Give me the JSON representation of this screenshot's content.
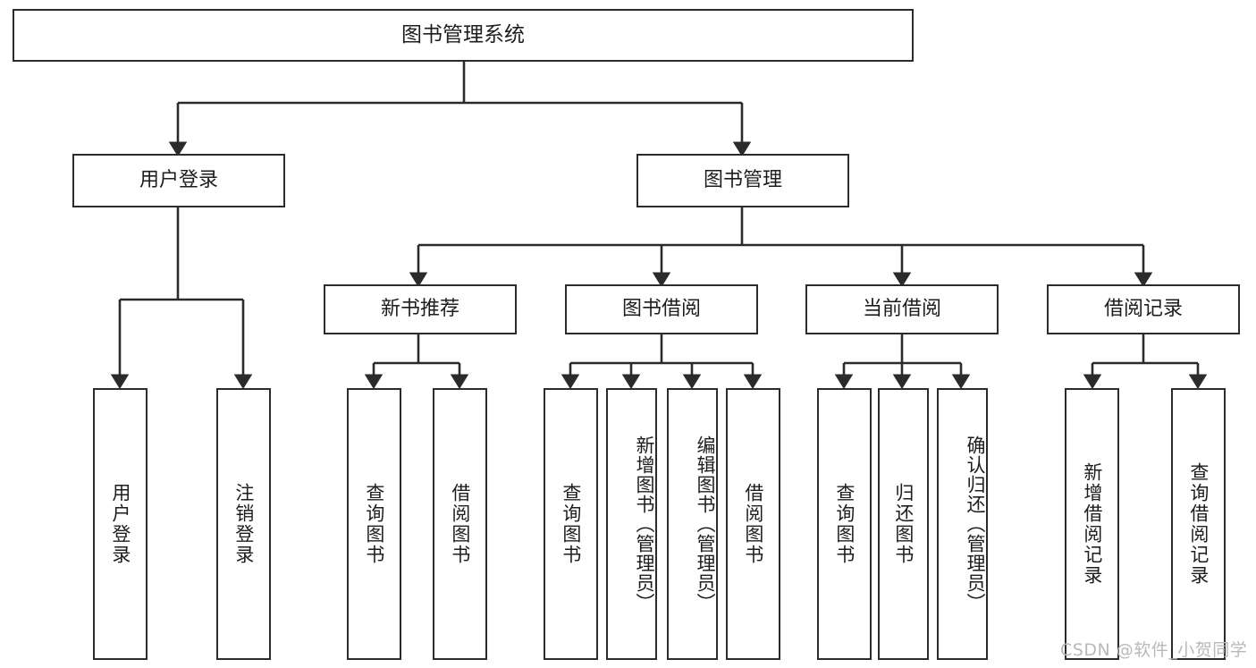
{
  "diagram": {
    "title_node": {
      "label": "图书管理系统"
    },
    "level2": [
      {
        "id": "user-login",
        "label": "用户登录"
      },
      {
        "id": "book-management",
        "label": "图书管理"
      }
    ],
    "level3": [
      {
        "id": "new-book-recommend",
        "label": "新书推荐"
      },
      {
        "id": "book-borrow",
        "label": "图书借阅"
      },
      {
        "id": "current-borrow",
        "label": "当前借阅"
      },
      {
        "id": "borrow-record",
        "label": "借阅记录"
      }
    ],
    "leaves": {
      "user_login": [
        {
          "id": "leaf-user-login",
          "label": "用户登录"
        },
        {
          "id": "leaf-logout-login",
          "label": "注销登录"
        }
      ],
      "new_book_recommend": [
        {
          "id": "leaf-query-book-1",
          "label": "查询图书"
        },
        {
          "id": "leaf-borrow-book-1",
          "label": "借阅图书"
        }
      ],
      "book_borrow": [
        {
          "id": "leaf-query-book-2",
          "label": "查询图书"
        },
        {
          "id": "leaf-add-book-admin",
          "label": "新增图书（管理员）"
        },
        {
          "id": "leaf-edit-book-admin",
          "label": "编辑图书（管理员）"
        },
        {
          "id": "leaf-borrow-book-2",
          "label": "借阅图书"
        }
      ],
      "current_borrow": [
        {
          "id": "leaf-query-book-3",
          "label": "查询图书"
        },
        {
          "id": "leaf-return-book",
          "label": "归还图书"
        },
        {
          "id": "leaf-confirm-return-admin",
          "label": "确认归还（管理员）"
        }
      ],
      "borrow_record": [
        {
          "id": "leaf-add-borrow-record",
          "label": "新增借阅记录"
        },
        {
          "id": "leaf-query-borrow-record",
          "label": "查询借阅记录"
        }
      ]
    }
  },
  "watermark": {
    "text": "CSDN @软件_小贺同学"
  },
  "colors": {
    "stroke": "#2b2b2b",
    "background": "#ffffff",
    "text": "#1d1d1d",
    "watermark": "#b9b9b9"
  }
}
